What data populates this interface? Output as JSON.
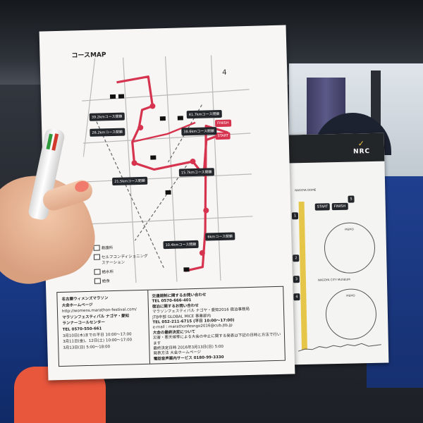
{
  "map_sheet": {
    "title": "コースMAP",
    "north_marker": "4",
    "start_label": "START",
    "finish_label": "FINISH",
    "split_labels": [
      "41.7kmコース閉鎖",
      "39.2kmコース閉鎖",
      "38.6kmコース閉鎖",
      "26.2kmコース閉鎖",
      "21.5kmコース閉鎖",
      "15.7kmコース閉鎖",
      "6kmコース閉鎖",
      "10.4kmコース閉鎖"
    ],
    "legend": [
      "救護所",
      "セルフコンディショニングステーション",
      "給水所",
      "給食"
    ],
    "info_left": {
      "event_name": "名古屋ウィメンズマラソン",
      "site_label": "大会ホームページ",
      "site_url": "http://womens.marathon-festival.com/",
      "festival_name": "マラソンフェスティバル ナゴヤ・愛知",
      "call_center": "ランナーコールセンター",
      "phone": "TEL 0570-550-661",
      "hours_1": "3月10日(木)までの平日 10:00～17:00",
      "hours_2": "3月11日(金)、12日(土) 10:00～17:00",
      "hours_3": "3月13日(日) 5:00～18:00"
    },
    "info_right": {
      "traffic_heading": "交通規制に関するお問い合わせ",
      "traffic_phone": "TEL 0570-666-401",
      "lodging_heading": "宿泊に関するお問い合わせ",
      "lodging_line_1": "マラソンフェスティバル ナゴヤ・愛知2016 宿泊事務局",
      "lodging_line_2": "JTB中部 GLOBAL MICE 事業部内",
      "lodging_phone": "TEL 052-211-6715 (平日 10:00～17:00)",
      "lodging_email": "e-mail : marathonfesngo2016@cub.jtb.jp",
      "decision_heading": "大会の最終決定について",
      "decision_line_1": "災害・悪天候等による大会の中止に関する発表は下記の日時と方法で行います",
      "decision_line_2": "最終決定日時 2016年3月13日(日) 5:00",
      "decision_line_3": "発表方法 大会ホームページ",
      "decision_phone": "電話音声案内サービス 0180-99-3330"
    }
  },
  "nrc_sheet": {
    "brand": "NRC",
    "start_label": "START",
    "finish_label": "FINISH",
    "memo_label": "MEMO",
    "dome_caption": "NAGOYA DOME",
    "museum_caption": "NAGOYA CITY MUSEUM",
    "checkpoints": [
      "1",
      "2",
      "3",
      "4",
      "5"
    ]
  },
  "colors": {
    "course_red": "#d6334f",
    "course_yellow": "#e6c648",
    "seat_blue": "#1f3f8f"
  }
}
